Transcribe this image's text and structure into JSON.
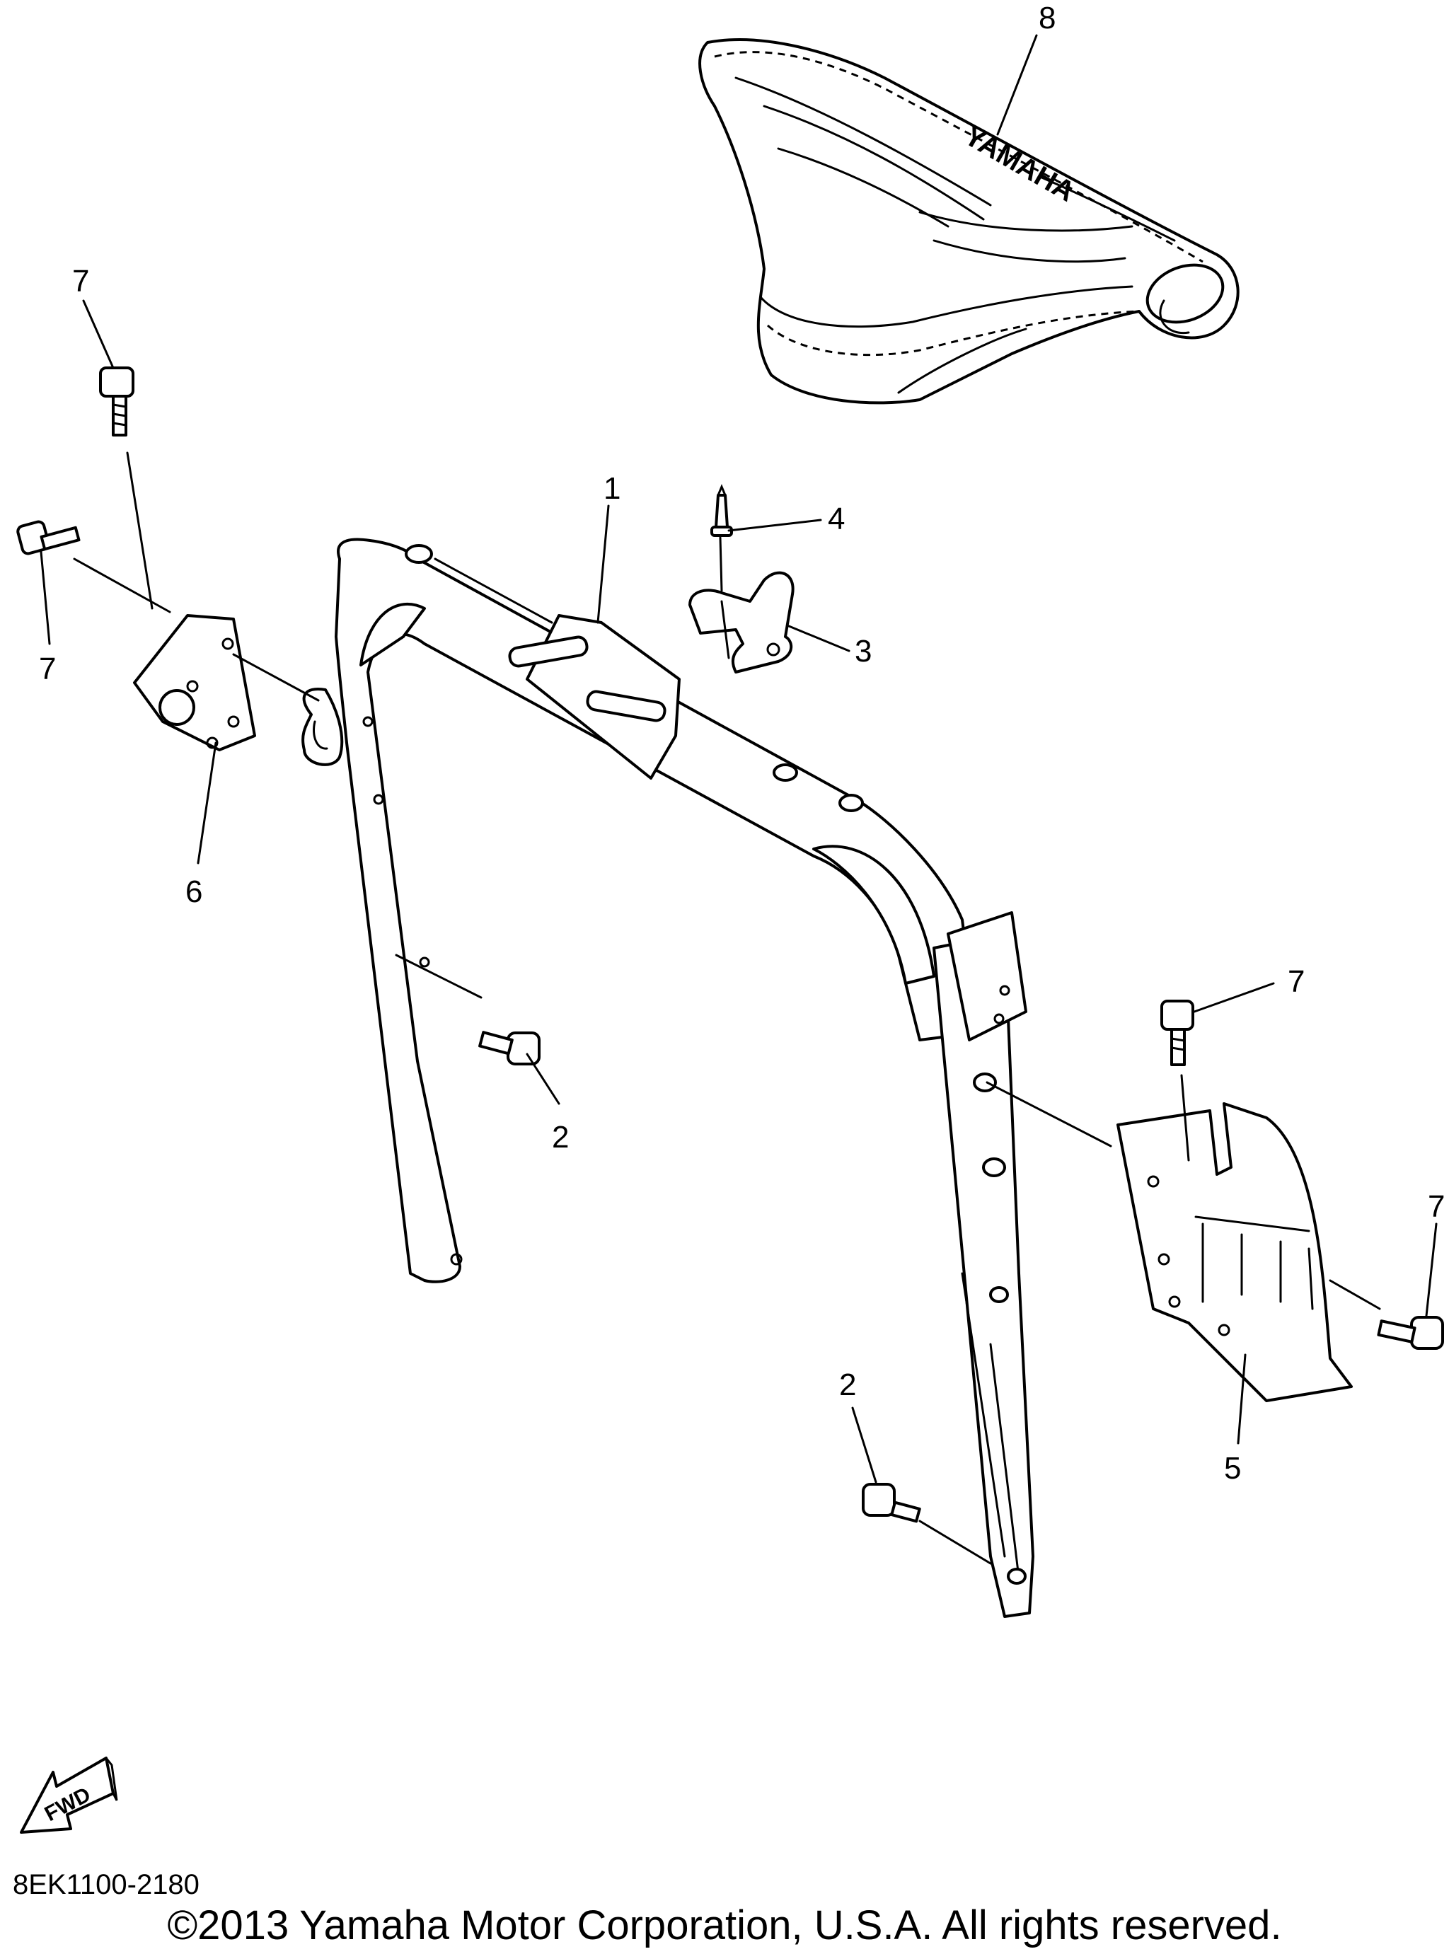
{
  "callouts": [
    "8",
    "7",
    "7",
    "1",
    "4",
    "3",
    "6",
    "2",
    "7",
    "7",
    "2",
    "5"
  ],
  "seat_brand": "YAMAHA",
  "fwd_label": "FWD",
  "reference_code": "8EK1100-2180",
  "copyright": "©2013 Yamaha Motor Corporation, U.S.A. All rights reserved."
}
